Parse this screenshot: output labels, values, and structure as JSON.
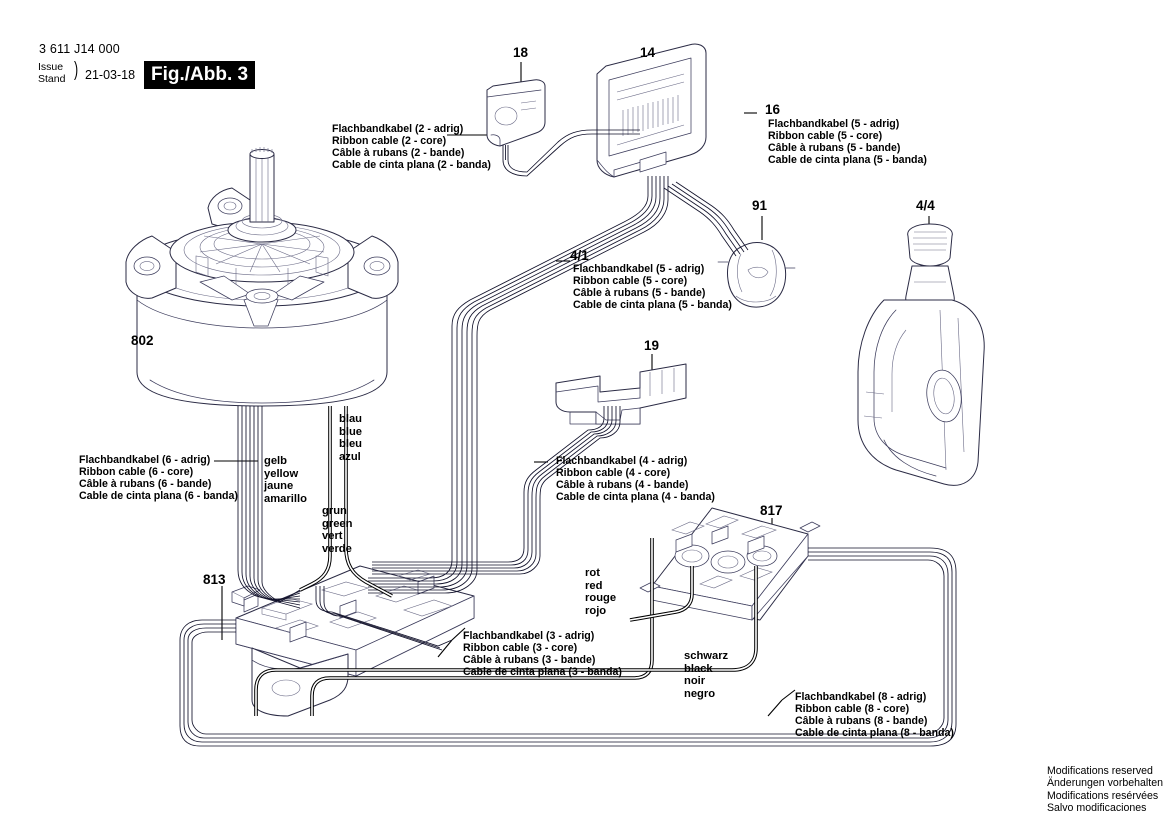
{
  "header": {
    "part_number": "3 611 J14 000",
    "issue_label": "Issue",
    "stand_label": "Stand",
    "brace": ")",
    "date": "21-03-18",
    "figure": "Fig./Abb. 3"
  },
  "footer": {
    "line1": "Modifications reserved",
    "line2": "Änderungen vorbehalten",
    "line3": "Modifications resérvées",
    "line4": "Salvo modificaciones"
  },
  "item_numbers": {
    "n18": "18",
    "n14": "14",
    "n16": "16",
    "n91": "91",
    "n44": "4/4",
    "n41": "4/1",
    "n19": "19",
    "n802": "802",
    "n813": "813",
    "n817": "817"
  },
  "callouts": {
    "cable2": {
      "de": "Flachbandkabel (2 - adrig)",
      "en": "Ribbon cable (2 - core)",
      "fr": "Câble à rubans (2 - bande)",
      "es": "Cable de cinta plana (2 - banda)"
    },
    "cable5_right": {
      "de": "Flachbandkabel (5 - adrig)",
      "en": "Ribbon cable (5 - core)",
      "fr": "Câble à rubans (5 - bande)",
      "es": "Cable de cinta plana (5 - banda)"
    },
    "cable5_mid": {
      "de": "Flachbandkabel (5 - adrig)",
      "en": "Ribbon cable (5 - core)",
      "fr": "Câble à rubans (5 - bande)",
      "es": "Cable de cinta plana (5 - banda)"
    },
    "cable6": {
      "de": "Flachbandkabel (6 - adrig)",
      "en": "Ribbon cable (6 - core)",
      "fr": "Câble à rubans (6 - bande)",
      "es": "Cable de cinta plana (6 - banda)"
    },
    "cable4": {
      "de": "Flachbandkabel (4 - adrig)",
      "en": "Ribbon cable (4 - core)",
      "fr": "Câble à rubans (4 - bande)",
      "es": "Cable de cinta plana (4 - banda)"
    },
    "cable3": {
      "de": "Flachbandkabel (3 - adrig)",
      "en": "Ribbon cable (3 - core)",
      "fr": "Câble à rubans (3 - bande)",
      "es": "Cable de cinta plana (3 - banda)"
    },
    "cable8": {
      "de": "Flachbandkabel (8 - adrig)",
      "en": "Ribbon cable (8 - core)",
      "fr": "Câble à rubans (8 - bande)",
      "es": "Cable de cinta plana (8 - banda)"
    }
  },
  "wire_colors": {
    "blue": {
      "de": "blau",
      "en": "blue",
      "fr": "bleu",
      "es": "azul"
    },
    "yellow": {
      "de": "gelb",
      "en": "yellow",
      "fr": "jaune",
      "es": "amarillo"
    },
    "green": {
      "de": "grun",
      "en": "green",
      "fr": "vert",
      "es": "verde"
    },
    "red": {
      "de": "rot",
      "en": "red",
      "fr": "rouge",
      "es": "rojo"
    },
    "black": {
      "de": "schwarz",
      "en": "black",
      "fr": "noir",
      "es": "negro"
    }
  },
  "colors": {
    "line": "#1a1a2e",
    "thin_line": "#4a4a6a",
    "cable_dark": "#000000",
    "paper": "#ffffff"
  }
}
